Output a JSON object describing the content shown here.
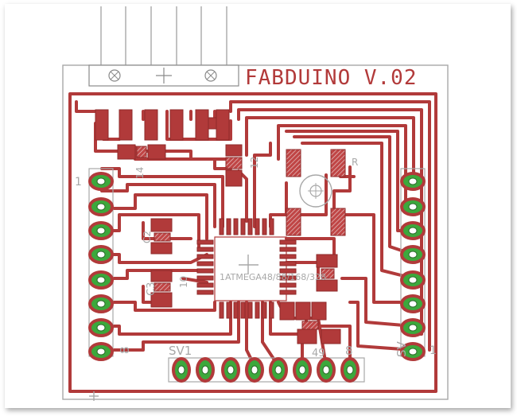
{
  "board": {
    "title": "FABDUINO V.02",
    "label_sv1": "SV1",
    "label_8_bottom": "8",
    "label_8_left": "8",
    "label_sv_right": "SV",
    "label_1_left": "1",
    "label_1_right": "1",
    "label_ic": "1ATMEGA48/88/168/328",
    "label_c3": "C3",
    "label_10": "10",
    "label_14": "14",
    "label_49": "49",
    "label_12": "12",
    "label_r": "R",
    "label_c2": "C2"
  },
  "colors": {
    "copper": "#b13a3a",
    "pad": "#3ca83c",
    "silkscreen": "#a8a8a8",
    "title": "#b23a3a"
  },
  "icons": {
    "header_top": "pin-header-icon",
    "mount_hole": "crosshair-icon"
  }
}
